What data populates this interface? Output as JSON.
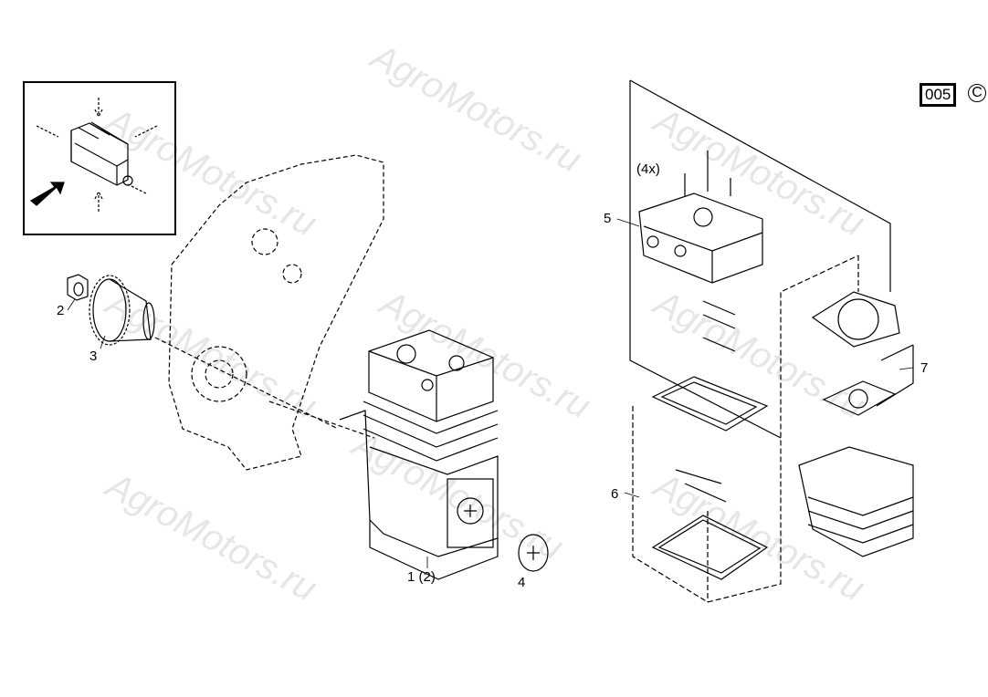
{
  "watermark": "AgroMotors.ru",
  "figure_ref": "005",
  "copyright_symbol": "C",
  "callouts": {
    "compressor": "1 (2)",
    "nut": "2",
    "gear": "3",
    "cover": "4",
    "cylinder_head": "5",
    "valve_plate": "6",
    "gasket_kit": "7",
    "bolt_qty": "(4x)"
  }
}
